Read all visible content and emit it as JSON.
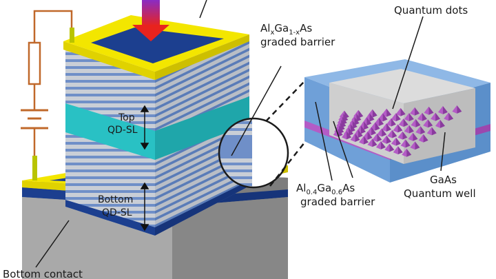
{
  "labels": {
    "graded_barrier_top": {
      "prefix": "Al",
      "sub1": "x",
      "mid": "Ga",
      "sub2": "1-x",
      "suffix": "As",
      "line2": "graded barrier"
    },
    "quantum_dots": "Quantum dots",
    "top_qdsl": {
      "line1": "Top",
      "line2": "QD-SL"
    },
    "bottom_qdsl": {
      "line1": "Bottom",
      "line2": "QD-SL"
    },
    "graded_barrier_bottom": {
      "prefix": "Al",
      "sub1": "0.4",
      "mid": "Ga",
      "sub2": "0.6",
      "suffix": "As",
      "line2": "graded barrier"
    },
    "gaas_well": {
      "line1": "GaAs",
      "line2": "Quantum well"
    },
    "bottom_contact": "Bottom contact"
  },
  "colors": {
    "contact_yellow": "#f3e600",
    "substrate_blue": "#1c3f8f",
    "substrate_grey": "#9a9a9a",
    "stripe_light": "#c9ced6",
    "stripe_blue": "#6f8fc8",
    "qdsl_teal": "#29c1c4",
    "light_beam": "#d0217c",
    "wire": "#c0682a",
    "resistor": "#c0682a",
    "inset_top": "#8fb8e6",
    "inset_well": "#dcdcdc",
    "dots": "#b45bc6"
  },
  "icons": {
    "resistor": "resistor-icon",
    "battery": "battery-icon",
    "light_arrow": "arrow-down-icon",
    "magnifier": "zoom-circle-icon"
  }
}
